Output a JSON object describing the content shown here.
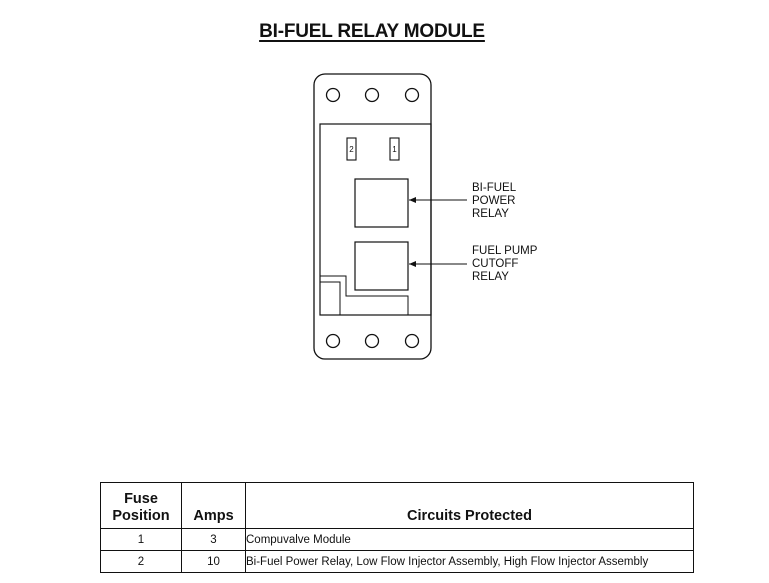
{
  "title": "BI-FUEL RELAY MODULE",
  "diagram": {
    "fuse_labels": [
      "2",
      "1"
    ],
    "relays": [
      {
        "label_lines": [
          "BI-FUEL",
          "POWER",
          "RELAY"
        ]
      },
      {
        "label_lines": [
          "FUEL PUMP",
          "CUTOFF",
          "RELAY"
        ]
      }
    ]
  },
  "table": {
    "headers": {
      "fuse_position": "Fuse Position",
      "amps": "Amps",
      "circuits": "Circuits Protected"
    },
    "rows": [
      {
        "fuse": "1",
        "amps": "3",
        "circuits": "Compuvalve Module"
      },
      {
        "fuse": "2",
        "amps": "10",
        "circuits": "Bi-Fuel Power Relay, Low Flow Injector Assembly, High Flow Injector Assembly"
      }
    ]
  }
}
